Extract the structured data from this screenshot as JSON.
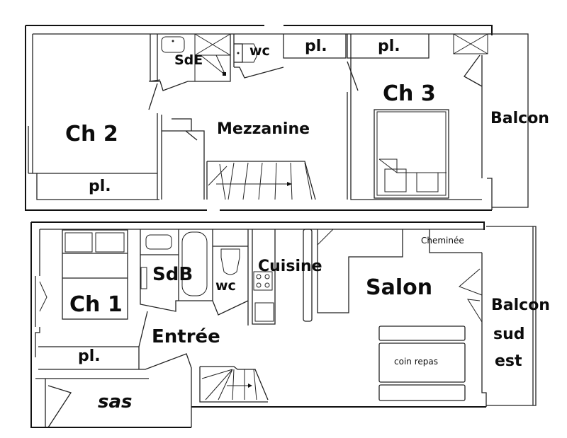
{
  "upper_floor": {
    "rooms": {
      "ch2": "Ch 2",
      "sde": "SdE",
      "wc": "wc",
      "pl_a": "pl.",
      "pl_b": "pl.",
      "pl_ch2": "pl.",
      "mezzanine": "Mezzanine",
      "ch3": "Ch 3",
      "balcon": "Balcon"
    }
  },
  "lower_floor": {
    "rooms": {
      "ch1": "Ch 1",
      "sdb": "SdB",
      "wc": "wc",
      "cuisine": "Cuisine",
      "salon": "Salon",
      "cheminee": "Cheminée",
      "entree": "Entrée",
      "pl": "pl.",
      "coin_repas": "coin repas",
      "sas": "sas",
      "balcon_line1": "Balcon",
      "balcon_line2": "sud",
      "balcon_line3": "est"
    }
  },
  "colors": {
    "line": "#111111",
    "background": "#ffffff"
  }
}
